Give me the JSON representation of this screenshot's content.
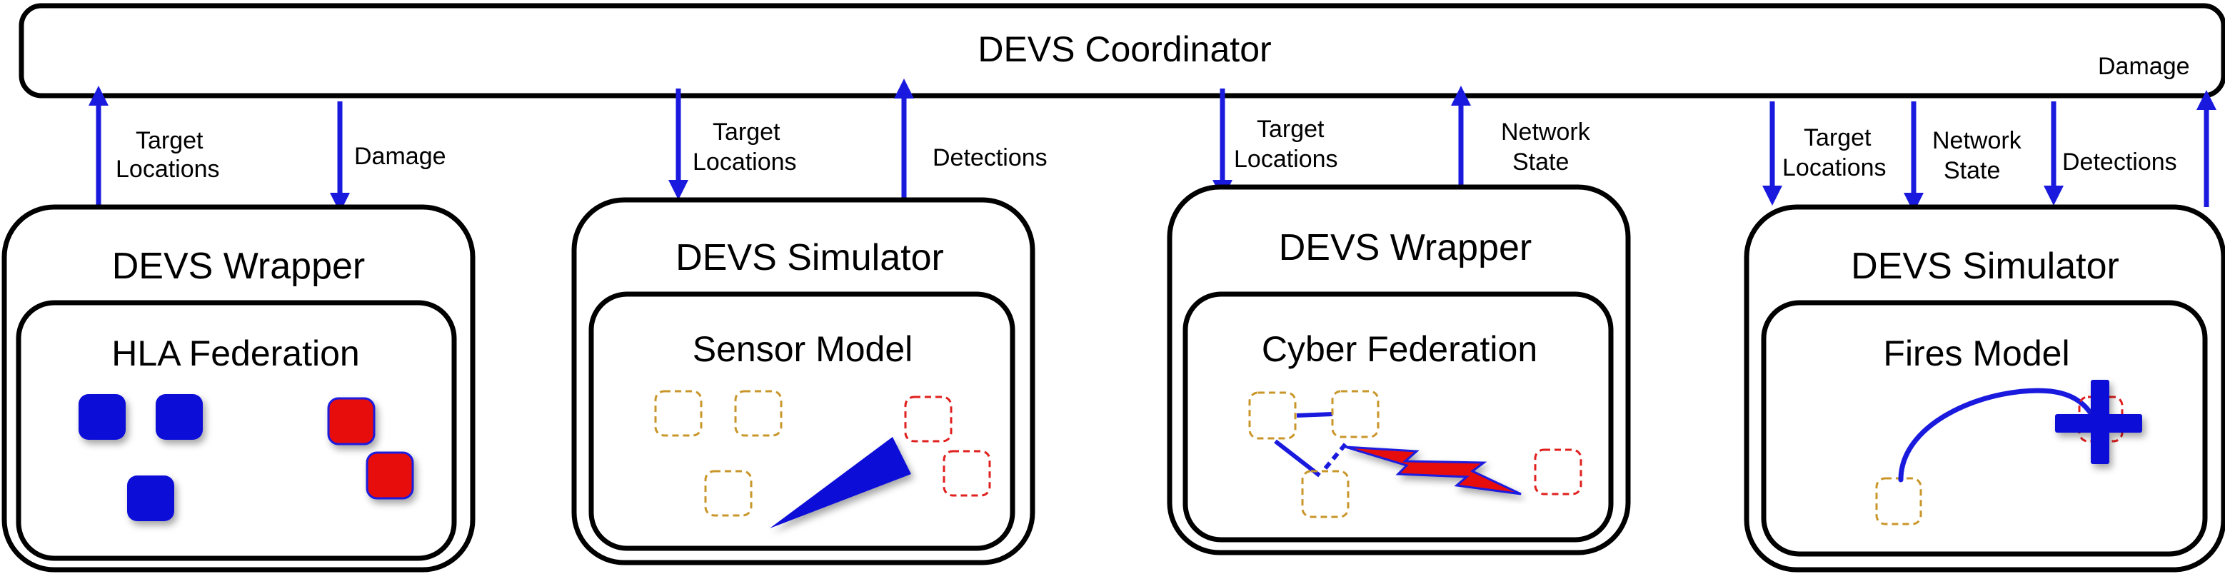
{
  "coordinator": {
    "title": "DEVS Coordinator"
  },
  "connections": [
    {
      "lines": [
        "Target",
        "Locations"
      ],
      "direction": "up"
    },
    {
      "lines": [
        "Damage"
      ],
      "direction": "down"
    },
    {
      "lines": [
        "Target",
        "Locations"
      ],
      "direction": "down"
    },
    {
      "lines": [
        "Detections"
      ],
      "direction": "up"
    },
    {
      "lines": [
        "Target",
        "Locations"
      ],
      "direction": "down"
    },
    {
      "lines": [
        "Network",
        "State"
      ],
      "direction": "up"
    },
    {
      "lines": [
        "Target",
        "Locations"
      ],
      "direction": "down"
    },
    {
      "lines": [
        "Network",
        "State"
      ],
      "direction": "down"
    },
    {
      "lines": [
        "Detections"
      ],
      "direction": "down"
    },
    {
      "lines": [
        "Damage"
      ],
      "direction": "up"
    }
  ],
  "modules": [
    {
      "outer_title": "DEVS Wrapper",
      "inner_title": "HLA Federation"
    },
    {
      "outer_title": "DEVS Simulator",
      "inner_title": "Sensor Model"
    },
    {
      "outer_title": "DEVS Wrapper",
      "inner_title": "Cyber Federation"
    },
    {
      "outer_title": "DEVS Simulator",
      "inner_title": "Fires Model"
    }
  ],
  "colors": {
    "arrow": "#1a1adf",
    "blue_entity": "#0a0ad8",
    "red_entity": "#e80c0c",
    "dashed_gold": "#c9962a",
    "dashed_red": "#e0201e",
    "outline": "#000000"
  }
}
